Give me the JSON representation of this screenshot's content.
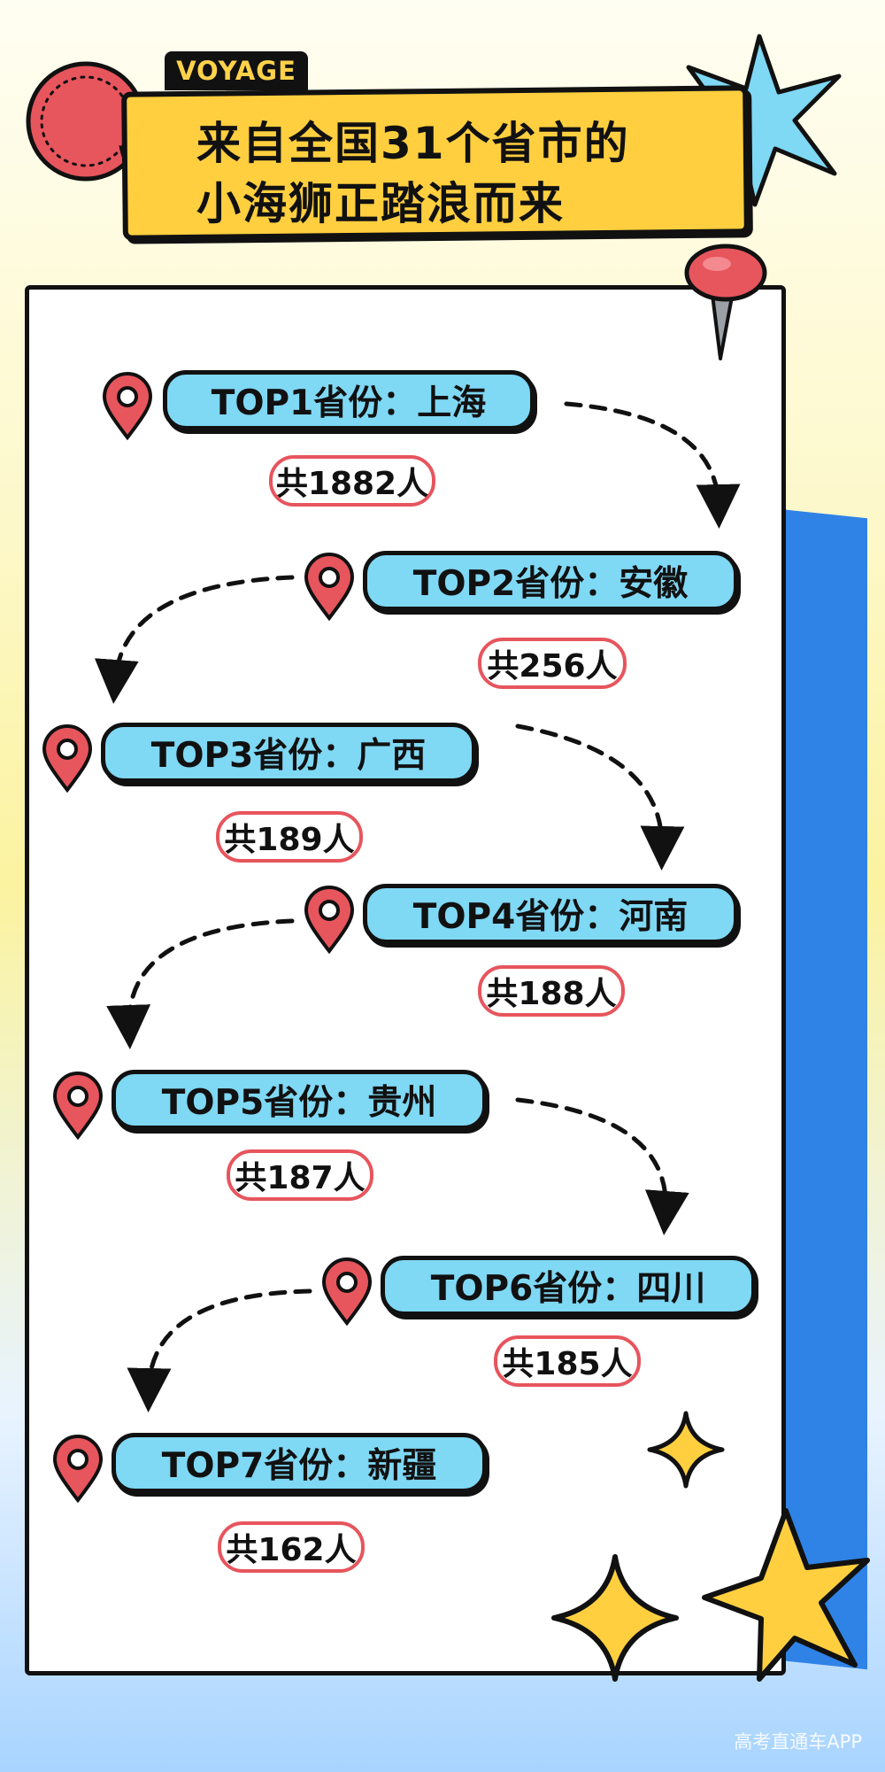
{
  "header": {
    "tag": "VOYAGE",
    "title_line1": "来自全国31个省市的",
    "title_line2": "小海狮正踏浪而来"
  },
  "provinces": [
    {
      "label": "TOP1省份：上海",
      "count": "共1882人"
    },
    {
      "label": "TOP2省份：安徽",
      "count": "共256人"
    },
    {
      "label": "TOP3省份：广西",
      "count": "共189人"
    },
    {
      "label": "TOP4省份：河南",
      "count": "共188人"
    },
    {
      "label": "TOP5省份：贵州",
      "count": "共187人"
    },
    {
      "label": "TOP6省份：四川",
      "count": "共185人"
    },
    {
      "label": "TOP7省份：新疆",
      "count": "共162人"
    }
  ],
  "watermark": "高考直通车APP",
  "colors": {
    "banner": "#ffcf3f",
    "pill": "#7fd8f4",
    "pin": "#e7555d",
    "blue_strip": "#2f82e6",
    "star_yellow": "#ffcf3f",
    "star_blue": "#7fd8f4"
  },
  "icons": [
    "sticker-seal-icon",
    "star-burst-icon",
    "push-pin-icon",
    "location-pin-icon",
    "sparkle-icon"
  ]
}
